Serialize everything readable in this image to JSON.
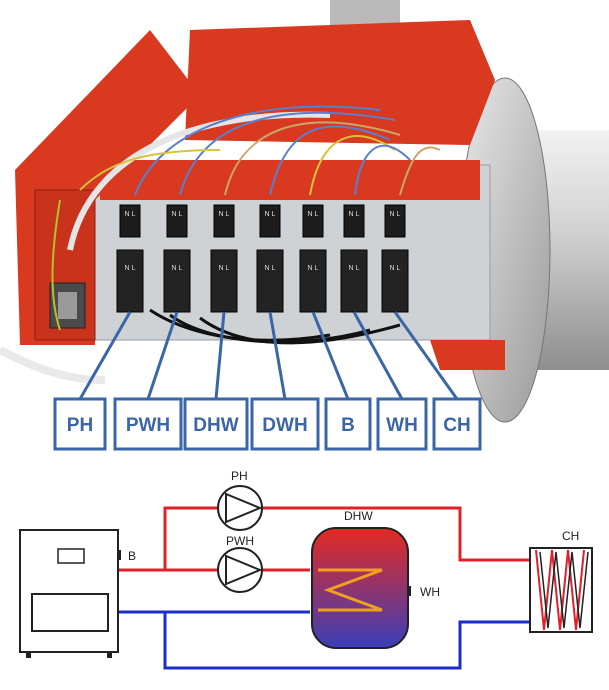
{
  "photo": {
    "terminal_labels": [
      "PH",
      "PWH",
      "DHW",
      "DWH",
      "B",
      "WH",
      "CH"
    ],
    "plug_marks": [
      "N L",
      "N L",
      "N L",
      "N L",
      "N L",
      "N L",
      "N L"
    ]
  },
  "schematic": {
    "labels": {
      "ph": "PH",
      "pwh": "PWH",
      "dhw": "DHW",
      "wh": "WH",
      "b": "B",
      "ch": "CH"
    }
  },
  "colors": {
    "housing_red": "#d8391f",
    "tag_blue": "#3a66a8",
    "pipe_red": "#e0202a",
    "pipe_blue": "#1b2ccc",
    "tank_top": "#e52a22",
    "tank_bottom": "#3a3fb8"
  }
}
